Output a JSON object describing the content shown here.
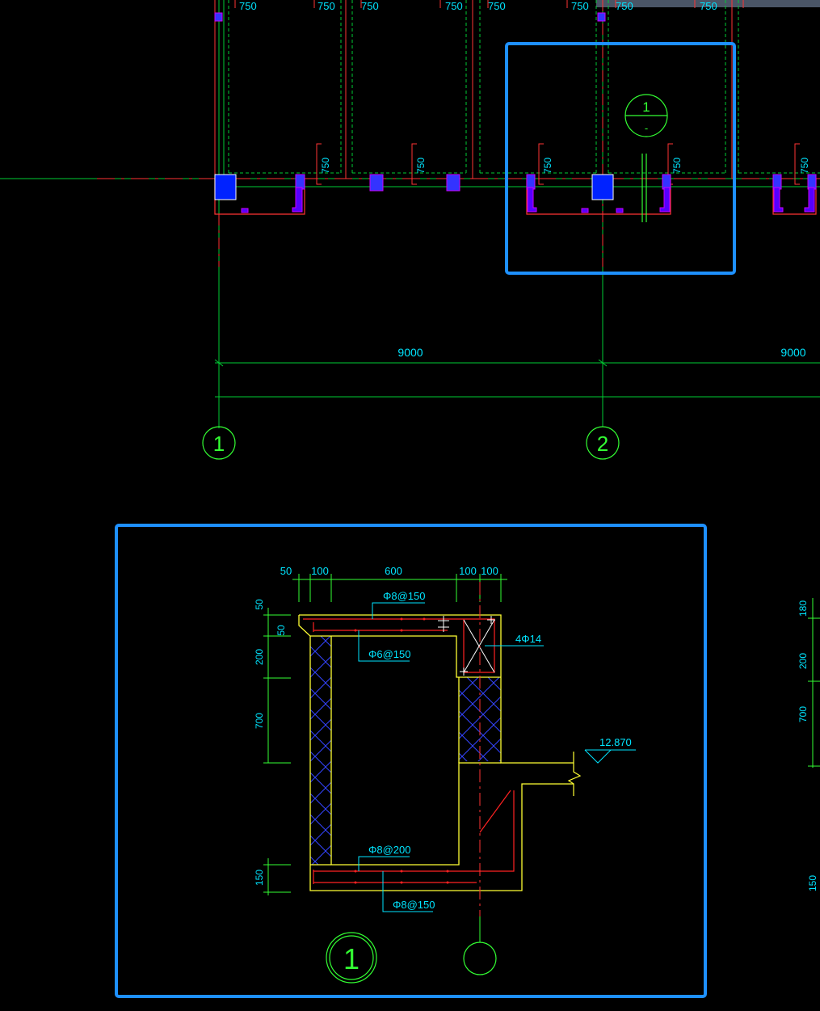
{
  "colors": {
    "background": "#000000",
    "grid_line": "#00ff00",
    "wall": "#ffff33",
    "rebar": "#ff2222",
    "column": "#0022ff",
    "column_mark": "#cc00ff",
    "dimension_text": "#00e5ff",
    "highlight_box": "#1e90ff",
    "axis_red": "#ff3333"
  },
  "plan": {
    "top_dims": [
      "750",
      "750",
      "750",
      "750",
      "750",
      "750",
      "750",
      "750"
    ],
    "side_dims": [
      "750",
      "750",
      "750",
      "750",
      "750"
    ],
    "span_dims": [
      "9000",
      "9000"
    ],
    "axis_bubbles": [
      "1",
      "2"
    ],
    "section_marker": {
      "number": "1",
      "sheet": "-"
    }
  },
  "detail": {
    "top_dims": [
      "50",
      "100",
      "600",
      "100",
      "100"
    ],
    "left_dims": [
      "50",
      "50",
      "200",
      "700",
      "150"
    ],
    "rebar_labels": {
      "top_slab": "Φ8@150",
      "stirrup": "Φ6@150",
      "corner_bars": "4Φ14",
      "bottom_inner": "Φ8@200",
      "bottom_outer": "Φ8@150"
    },
    "elevation": "12.870",
    "section_bubble": "1"
  },
  "right_edge_dims": [
    "180",
    "200",
    "700",
    "150"
  ]
}
